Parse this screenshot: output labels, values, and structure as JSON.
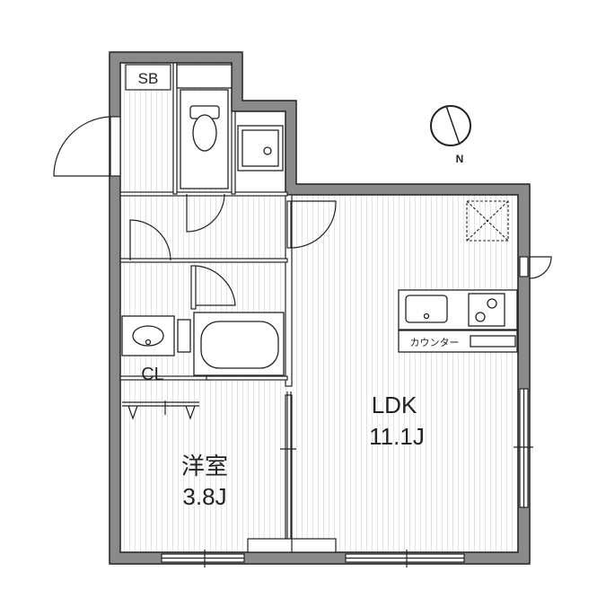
{
  "labels": {
    "sb": "SB",
    "cl": "CL",
    "counter": "カウンター",
    "ldk_name": "LDK",
    "ldk_size": "11.1J",
    "western_name": "洋室",
    "western_size": "3.8J",
    "north": "N"
  },
  "colors": {
    "wall": "#8a8a8a",
    "wall_outline": "#222222",
    "floor_stripe": "#e3e3e3",
    "line": "#222222"
  }
}
